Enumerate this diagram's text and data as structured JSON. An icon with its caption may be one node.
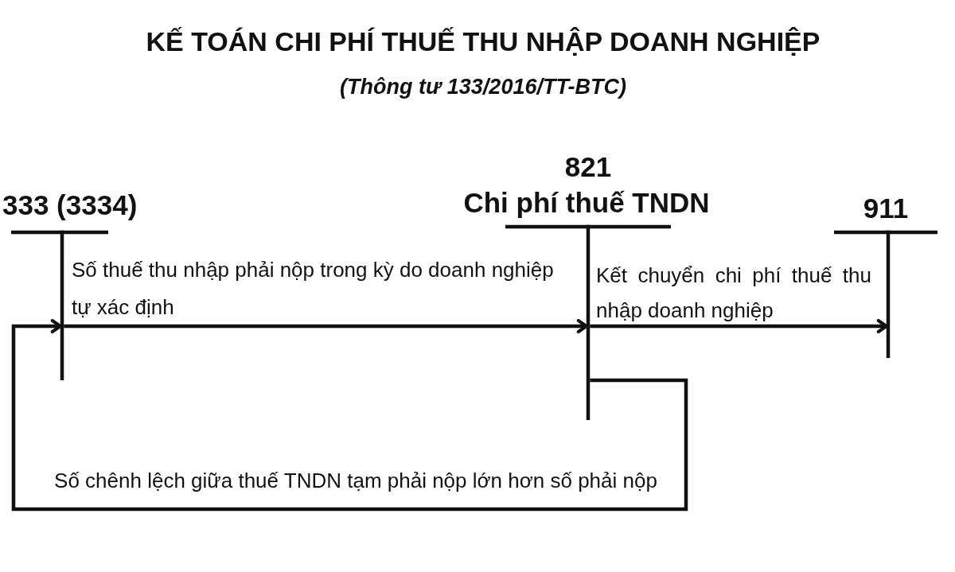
{
  "diagram": {
    "title": "KẾ TOÁN CHI PHÍ THUẾ THU NHẬP DOANH NGHIỆP",
    "nodes": [
      {
        "text": [
          "333 (3334)"
        ]
      },
      {
        "text": [
          "821",
          "Chi phí thuế TNDN"
        ]
      },
      {
        "text": [
          "911"
        ]
      }
    ],
    "edges": [
      {
        "from": 0,
        "to": 1,
        "arrow": "to",
        "label": "Số thuế thu nhập phải nộp trong kỳ do doanh nghiệp tự xác định"
      },
      {
        "from": 1,
        "to": 2,
        "arrow": "to",
        "label": "Kết chuyển chi phí thuế thu nhập doanh nghiệp"
      },
      {
        "from": 1,
        "to": 0,
        "arrow": "to",
        "label": "Số chênh lệch giữa thuế TNDN tạm phải nộp lớn hơn số phải nộp"
      }
    ],
    "labels": [
      "(Thông tư 133/2016/TT-BTC)"
    ]
  }
}
